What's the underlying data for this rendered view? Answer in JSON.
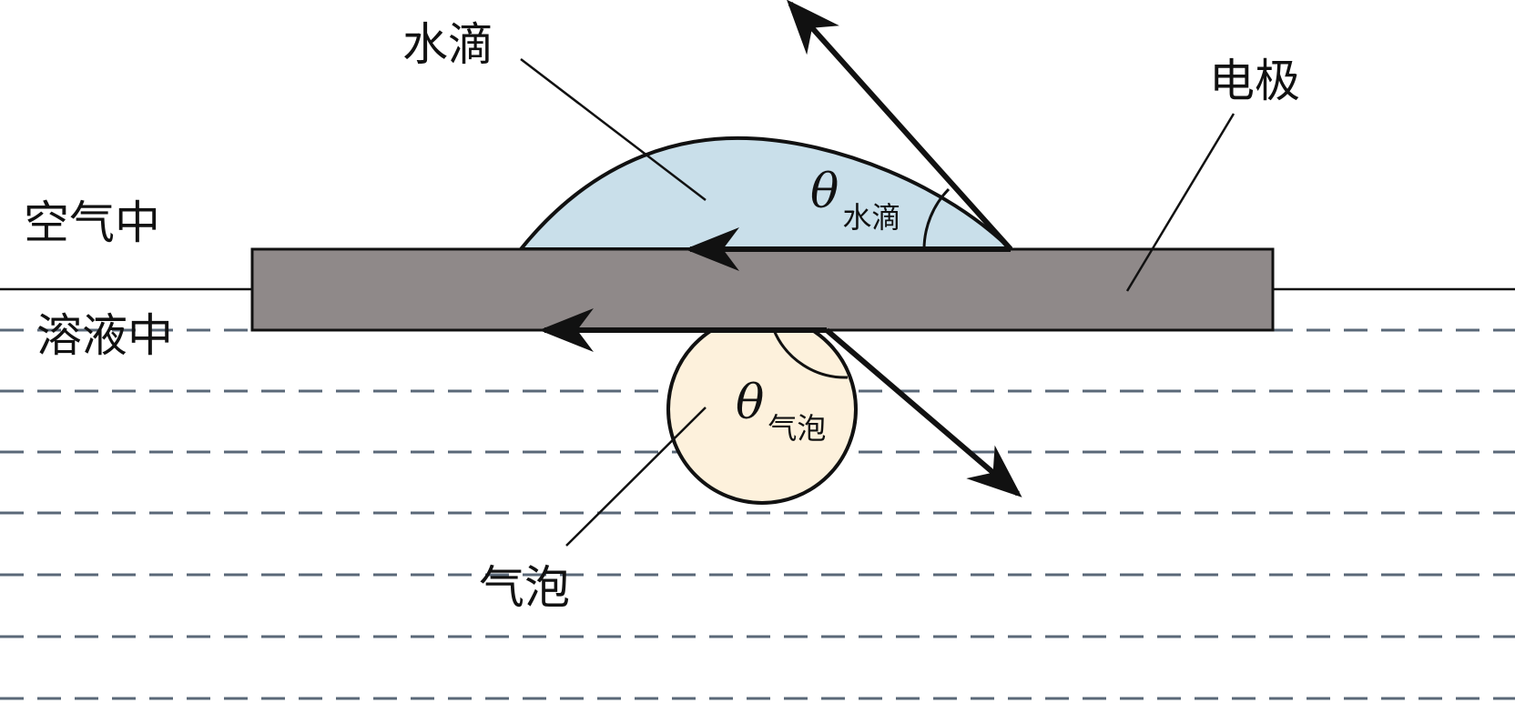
{
  "labels": {
    "droplet": "水滴",
    "electrode": "电极",
    "in_air": "空气中",
    "in_solution": "溶液中",
    "bubble": "气泡"
  },
  "angles": {
    "droplet_symbol": "θ",
    "droplet_subscript": "水滴",
    "bubble_symbol": "θ",
    "bubble_subscript": "气泡"
  },
  "colors": {
    "droplet_fill": "#c9dfea",
    "bubble_fill": "#fdf1dc",
    "electrode_fill": "#8f8989",
    "solution_dash": "#5a6878",
    "stroke": "#111111"
  }
}
